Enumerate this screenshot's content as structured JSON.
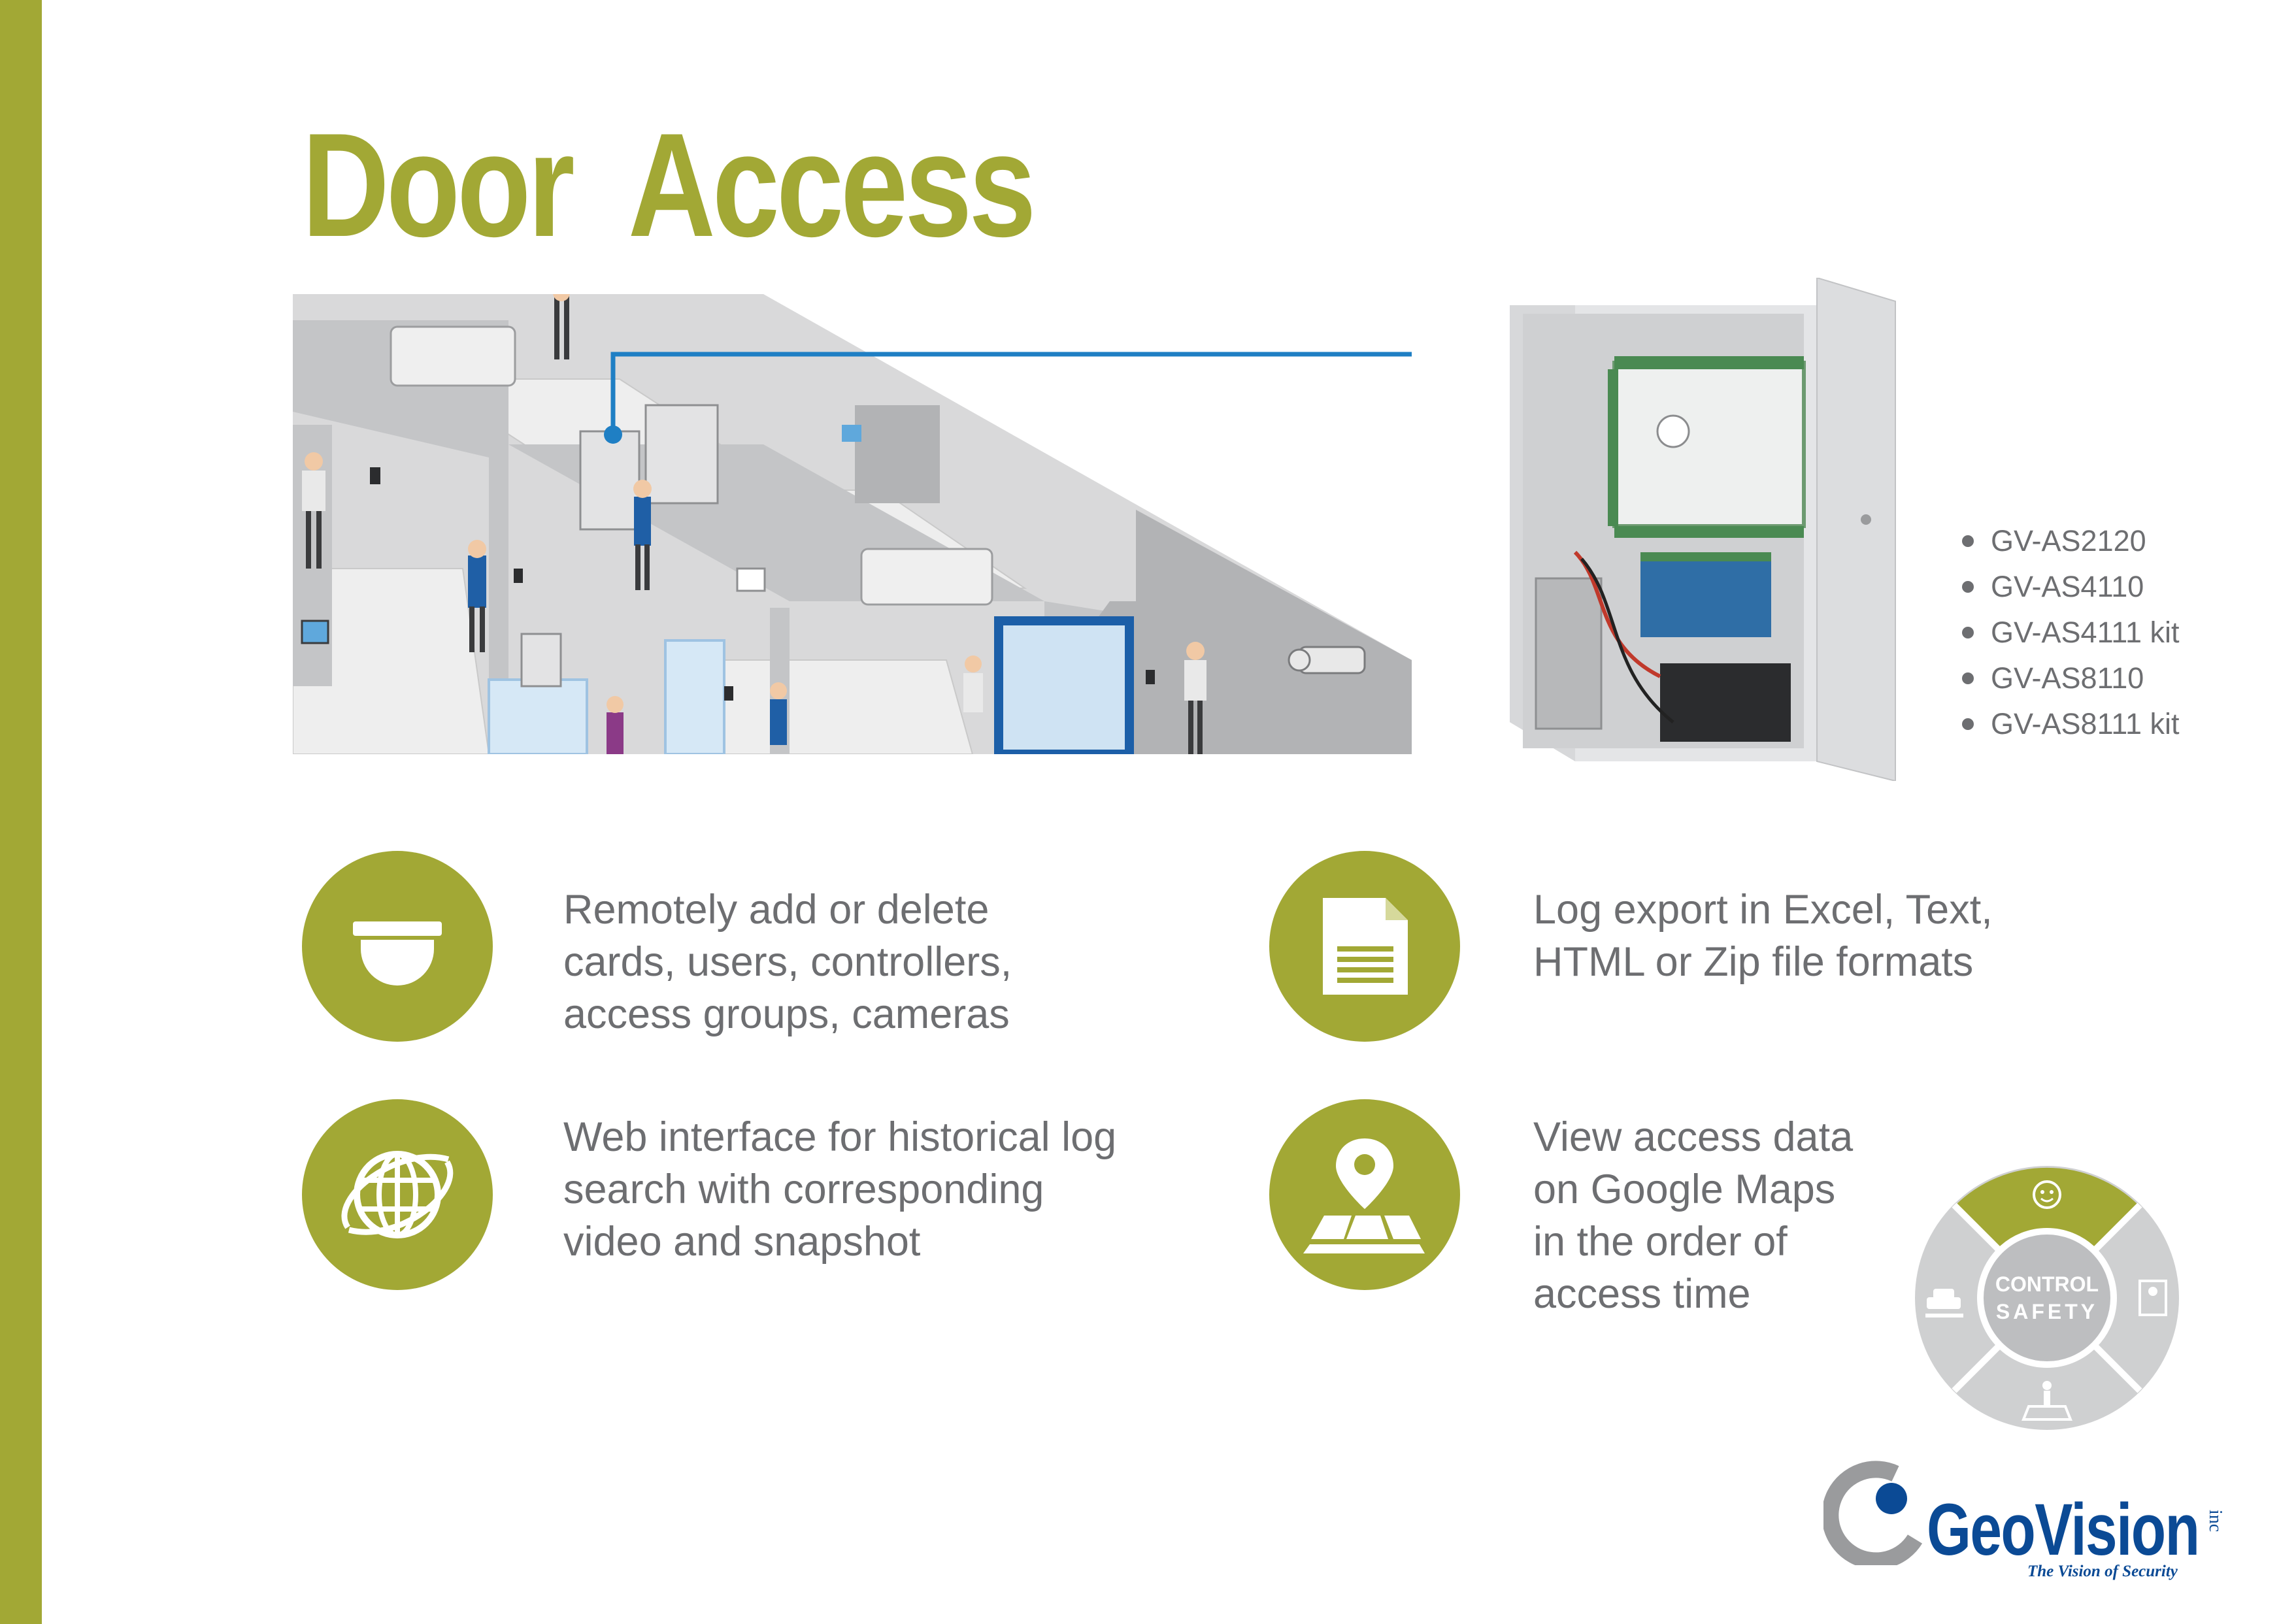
{
  "title": "Door  Access",
  "models": [
    "GV-AS2120",
    "GV-AS4110",
    "GV-AS4111 kit",
    "GV-AS8110",
    "GV-AS8111 kit"
  ],
  "features": [
    {
      "icon": "dome-camera-icon",
      "lines": [
        "Remotely add or delete",
        "cards, users, controllers,",
        "access groups, cameras"
      ]
    },
    {
      "icon": "document-icon",
      "lines": [
        "Log export in Excel, Text,",
        "HTML or Zip file formats"
      ]
    },
    {
      "icon": "globe-icon",
      "lines": [
        "Web interface for historical log",
        "search with corresponding",
        "video and snapshot"
      ]
    },
    {
      "icon": "map-pin-icon",
      "lines": [
        "View access data",
        "on Google Maps",
        "in the order of",
        "access time"
      ]
    }
  ],
  "badge": {
    "line1": "CONTROL",
    "line2": "SAFETY"
  },
  "logo": {
    "name": "GeoVision",
    "suffix": "inc",
    "tagline": "The Vision of Security"
  },
  "colors": {
    "accent": "#a2a835",
    "text": "#6d6e71",
    "brand_blue": "#0b4a95",
    "connector": "#1f7fc4"
  }
}
